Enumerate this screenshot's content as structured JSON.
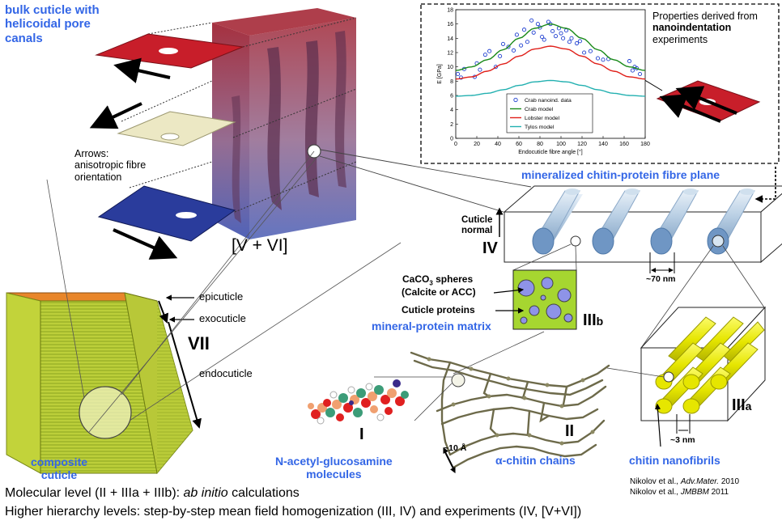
{
  "colors": {
    "blue_label": "#3366e6",
    "red_layer": "#c81e2a",
    "cream_layer": "#ece8c4",
    "blue_layer": "#2a3c9c",
    "yellow_fibril": "#e6e600",
    "green_matrix": "#a6d630",
    "fibre_blue": "#9ec3e6",
    "epicuticle_orange": "#e8862a"
  },
  "labels": {
    "bulk_cuticle_line1": "bulk cuticle with",
    "bulk_cuticle_line2": "helicoidal pore",
    "bulk_cuticle_line3": "canals",
    "arrows_line1": "Arrows:",
    "arrows_line2": "anisotropic fibre",
    "arrows_line3": "orientation",
    "level_v_vi": "[V + VI]",
    "epicuticle": "epicuticle",
    "exocuticle": "exocuticle",
    "endocuticle": "endocuticle",
    "level_vii": "VII",
    "composite_line1": "composite",
    "composite_line2": "cuticle",
    "fibre_plane": "mineralized chitin-protein fibre plane",
    "cuticle_normal_line1": "Cuticle",
    "cuticle_normal_line2": "normal",
    "level_iv": "IV",
    "spacing_70": "~70 nm",
    "caco3_prefix": "CaCO",
    "caco3_sub": "3",
    "caco3_suffix": " spheres",
    "calcite": "(Calcite or ACC)",
    "cuticle_proteins": "Cuticle proteins",
    "matrix": "mineral-protein matrix",
    "level_iiib": "III",
    "level_iiib_sub": "b",
    "level_iiia": "III",
    "level_iiia_sub": "a",
    "spacing_3": "~3 nm",
    "chitin_nanofibrils": "chitin nanofibrils",
    "level_i": "I",
    "level_ii": "II",
    "spacing_10": "~10 Å",
    "nag_line1": "N-acetyl-glucosamine",
    "nag_line2": "molecules",
    "alpha_chitin": "α-chitin chains",
    "nano_line1": "Properties derived from",
    "nano_line2": "nanoindentation",
    "nano_line3": "experiments"
  },
  "references": {
    "ref1_author": "Nikolov et al., ",
    "ref1_journal": "Adv.Mater.",
    "ref1_year": " 2010",
    "ref2_author": "Nikolov et al., ",
    "ref2_journal": "JMBBM",
    "ref2_year": " 2011"
  },
  "footer": {
    "line1_prefix": "Molecular level (II + IIIa + IIIb): ",
    "line1_italic": "ab initio",
    "line1_suffix": " calculations",
    "line2": "Higher hierarchy levels: step-by-step mean field homogenization (III, IV) and experiments (IV, [V+VI])"
  },
  "chart_data": {
    "type": "line",
    "title": "",
    "xlabel": "Endocuticle fibre angle [°]",
    "ylabel": "E [GPa]",
    "xlim": [
      0,
      180
    ],
    "ylim": [
      0,
      18
    ],
    "xticks": [
      0,
      20,
      40,
      60,
      80,
      100,
      120,
      140,
      160,
      180
    ],
    "yticks": [
      0,
      2,
      4,
      6,
      8,
      10,
      12,
      14,
      16,
      18
    ],
    "legend_position": "bottom-center",
    "series": [
      {
        "name": "Crab nanoind. data",
        "kind": "scatter",
        "color": "#1f3fd0",
        "x": [
          2,
          5,
          8,
          18,
          20,
          23,
          28,
          32,
          38,
          42,
          45,
          50,
          55,
          58,
          62,
          65,
          68,
          72,
          74,
          78,
          80,
          82,
          84,
          88,
          90,
          92,
          95,
          98,
          100,
          102,
          105,
          108,
          110,
          115,
          118,
          122,
          128,
          135,
          140,
          145,
          165,
          168,
          170,
          172,
          175
        ],
        "y": [
          9.0,
          8.5,
          9.7,
          8.6,
          10.5,
          9.6,
          11.7,
          12.2,
          10.0,
          11.5,
          13.2,
          12.8,
          12.3,
          14.5,
          13.0,
          15.2,
          13.5,
          16.5,
          14.8,
          16.0,
          15.5,
          14.2,
          13.8,
          16.3,
          16.0,
          15.0,
          14.3,
          15.4,
          14.7,
          14.0,
          15.1,
          13.5,
          14.0,
          13.3,
          13.6,
          12.0,
          12.2,
          11.2,
          11.0,
          11.1,
          10.8,
          9.5,
          10.0,
          9.8,
          9.0
        ]
      },
      {
        "name": "Crab model",
        "kind": "line",
        "color": "#1a8a1a",
        "x": [
          0,
          15,
          30,
          45,
          60,
          75,
          90,
          105,
          120,
          135,
          150,
          165,
          180
        ],
        "y": [
          9.5,
          10.0,
          11.0,
          12.4,
          14.0,
          15.4,
          16.0,
          15.4,
          14.0,
          12.4,
          11.0,
          10.0,
          9.5
        ]
      },
      {
        "name": "Lobster model",
        "kind": "line",
        "color": "#e0201a",
        "x": [
          0,
          15,
          30,
          45,
          60,
          75,
          90,
          105,
          120,
          135,
          150,
          165,
          180
        ],
        "y": [
          8.3,
          8.6,
          9.4,
          10.4,
          11.5,
          12.5,
          12.9,
          12.5,
          11.5,
          10.4,
          9.4,
          8.6,
          8.3
        ]
      },
      {
        "name": "Tylos model",
        "kind": "line",
        "color": "#22b0b0",
        "x": [
          0,
          15,
          30,
          45,
          60,
          75,
          90,
          105,
          120,
          135,
          150,
          165,
          180
        ],
        "y": [
          5.9,
          6.0,
          6.3,
          6.8,
          7.4,
          7.9,
          8.1,
          7.9,
          7.4,
          6.8,
          6.3,
          6.0,
          5.9
        ]
      }
    ]
  }
}
